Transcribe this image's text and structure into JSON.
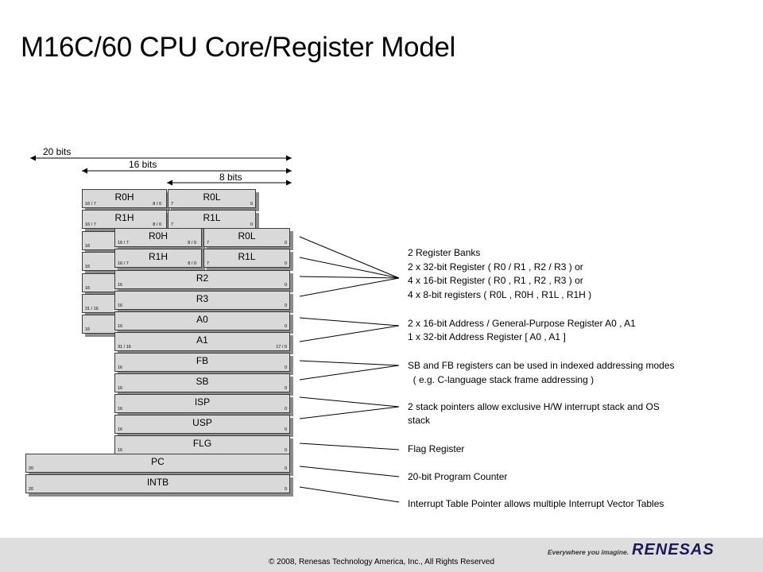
{
  "title": "M16C/60 CPU Core/Register Model",
  "dimensions": [
    "20 bits",
    "16 bits",
    "8 bits"
  ],
  "back_bank": [
    {
      "left": "R0H",
      "left_hi": "16 / 7",
      "left_lo": "8 / 0",
      "right": "R0L",
      "right_hi": "7",
      "right_lo": "0"
    },
    {
      "left": "R1H",
      "left_hi": "16 / 7",
      "left_lo": "8 / 0",
      "right": "R1L",
      "right_hi": "7",
      "right_lo": "0"
    },
    {
      "hi": "16"
    },
    {
      "hi": "16"
    },
    {
      "hi": "16"
    },
    {
      "hi": "31 / 16"
    },
    {
      "hi": "16"
    }
  ],
  "front_pairs": [
    {
      "left": "R0H",
      "left_hi": "16 / 7",
      "left_lo": "8 / 0",
      "right": "R0L",
      "right_hi": "7",
      "right_lo": "0"
    },
    {
      "left": "R1H",
      "left_hi": "16 / 7",
      "left_lo": "8 / 0",
      "right": "R1L",
      "right_hi": "7",
      "right_lo": "0"
    }
  ],
  "registers": [
    {
      "name": "R2",
      "hi": "16",
      "lo": "0"
    },
    {
      "name": "R3",
      "hi": "16",
      "lo": "0"
    },
    {
      "name": "A0",
      "hi": "16",
      "lo": "0"
    },
    {
      "name": "A1",
      "hi": "31 / 16",
      "lo": "17 / 0"
    },
    {
      "name": "FB",
      "hi": "16",
      "lo": "0"
    },
    {
      "name": "SB",
      "hi": "16",
      "lo": "0"
    },
    {
      "name": "ISP",
      "hi": "16",
      "lo": "0"
    },
    {
      "name": "USP",
      "hi": "16",
      "lo": "0"
    },
    {
      "name": "FLG",
      "hi": "16",
      "lo": "0"
    },
    {
      "name": "PC",
      "hi": "20",
      "lo": "0"
    },
    {
      "name": "INTB",
      "hi": "20",
      "lo": "0"
    }
  ],
  "descriptions": [
    "2 Register Banks",
    "2 x 32-bit Register ( R0 / R1 , R2 / R3 ) or",
    "4 x 16-bit Register ( R0 , R1 , R2 , R3 ) or",
    "4 x   8-bit registers ( R0L , R0H , R1L , R1H )",
    "2 x 16-bit Address  / General-Purpose Register A0 , A1",
    "1 x 32-bit Address Register [ A0 , A1 ]",
    "SB and FB registers can be used in indexed addressing modes",
    "  ( e.g. C-language stack frame addressing )",
    "2 stack pointers allow exclusive H/W  interrupt stack and OS",
    "stack",
    "Flag Register",
    "20-bit Program Counter",
    "Interrupt Table Pointer allows multiple Interrupt Vector Tables"
  ],
  "footer": {
    "copyright": "© 2008, Renesas Technology America, Inc., All Rights Reserved",
    "tagline": "Everywhere you imagine.",
    "logo": "RENESAS"
  },
  "colors": {
    "register_fill": "#d9d9d9",
    "register_shadow": "#8c8c8c",
    "footer_band": "#dedede"
  }
}
